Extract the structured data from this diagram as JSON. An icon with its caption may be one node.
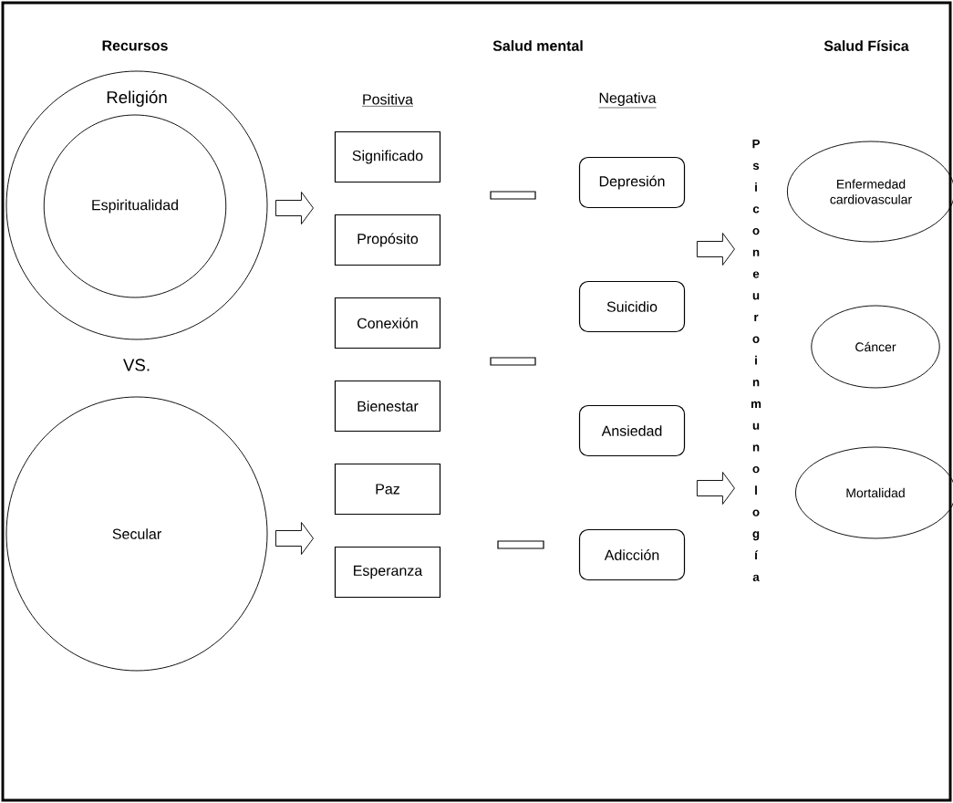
{
  "diagram": {
    "nodes": [
      {
        "text": [
          "Religión"
        ]
      },
      {
        "text": [
          "Espiritualidad"
        ],
        "in": 0
      },
      {
        "text": [
          "Secular"
        ]
      },
      {
        "text": [
          "Significado"
        ]
      },
      {
        "text": [
          "Propósito"
        ]
      },
      {
        "text": [
          "Conexión"
        ]
      },
      {
        "text": [
          "Bienestar"
        ]
      },
      {
        "text": [
          "Paz"
        ]
      },
      {
        "text": [
          "Esperanza"
        ]
      },
      {
        "text": [
          "Depresión"
        ]
      },
      {
        "text": [
          "Suicidio"
        ]
      },
      {
        "text": [
          "Ansiedad"
        ]
      },
      {
        "text": [
          "Adicción"
        ]
      },
      {
        "text": [
          "Psiconeuroinmunología"
        ]
      },
      {
        "text": [
          "Enfermedad cardiovascular"
        ]
      },
      {
        "text": [
          "Cáncer"
        ]
      },
      {
        "text": [
          "Mortalidad"
        ]
      }
    ],
    "edges": [
      {
        "from": 0,
        "to": null,
        "arrow": "to"
      },
      {
        "from": 2,
        "to": null,
        "arrow": "to"
      },
      {
        "from": null,
        "to": 13,
        "arrow": "to"
      },
      {
        "from": null,
        "to": 13,
        "arrow": "to"
      }
    ],
    "labels": [
      "Recursos",
      "Salud mental",
      "Salud Física",
      "Positiva",
      "Negativa",
      "VS."
    ]
  }
}
